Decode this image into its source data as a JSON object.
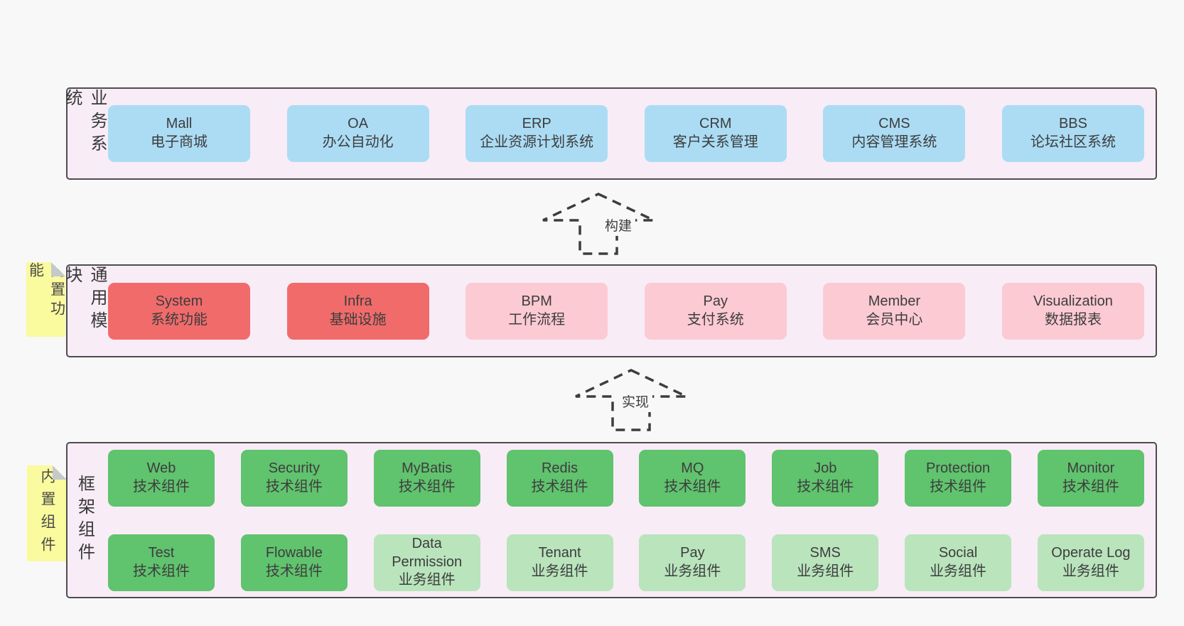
{
  "layers": {
    "business": {
      "label": "业务系统",
      "boxes": [
        {
          "title": "Mall",
          "subtitle": "电子商城",
          "variant": "blue"
        },
        {
          "title": "OA",
          "subtitle": "办公自动化",
          "variant": "blue"
        },
        {
          "title": "ERP",
          "subtitle": "企业资源计划系统",
          "variant": "blue"
        },
        {
          "title": "CRM",
          "subtitle": "客户关系管理",
          "variant": "blue"
        },
        {
          "title": "CMS",
          "subtitle": "内容管理系统",
          "variant": "blue"
        },
        {
          "title": "BBS",
          "subtitle": "论坛社区系统",
          "variant": "blue"
        }
      ]
    },
    "modules": {
      "label": "通用模块",
      "sticky": "内置功能",
      "boxes": [
        {
          "title": "System",
          "subtitle": "系统功能",
          "variant": "red"
        },
        {
          "title": "Infra",
          "subtitle": "基础设施",
          "variant": "red"
        },
        {
          "title": "BPM",
          "subtitle": "工作流程",
          "variant": "pink"
        },
        {
          "title": "Pay",
          "subtitle": "支付系统",
          "variant": "pink"
        },
        {
          "title": "Member",
          "subtitle": "会员中心",
          "variant": "pink"
        },
        {
          "title": "Visualization",
          "subtitle": "数据报表",
          "variant": "pink"
        }
      ]
    },
    "framework": {
      "label": "框架组件",
      "sticky": "内置组件",
      "rows": [
        [
          {
            "title": "Web",
            "subtitle": "技术组件",
            "variant": "green"
          },
          {
            "title": "Security",
            "subtitle": "技术组件",
            "variant": "green"
          },
          {
            "title": "MyBatis",
            "subtitle": "技术组件",
            "variant": "green"
          },
          {
            "title": "Redis",
            "subtitle": "技术组件",
            "variant": "green"
          },
          {
            "title": "MQ",
            "subtitle": "技术组件",
            "variant": "green"
          },
          {
            "title": "Job",
            "subtitle": "技术组件",
            "variant": "green"
          },
          {
            "title": "Protection",
            "subtitle": "技术组件",
            "variant": "green"
          },
          {
            "title": "Monitor",
            "subtitle": "技术组件",
            "variant": "green"
          }
        ],
        [
          {
            "title": "Test",
            "subtitle": "技术组件",
            "variant": "green"
          },
          {
            "title": "Flowable",
            "subtitle": "技术组件",
            "variant": "green"
          },
          {
            "title": "Data Permission",
            "subtitle": "业务组件",
            "variant": "lightgreen"
          },
          {
            "title": "Tenant",
            "subtitle": "业务组件",
            "variant": "lightgreen"
          },
          {
            "title": "Pay",
            "subtitle": "业务组件",
            "variant": "lightgreen"
          },
          {
            "title": "SMS",
            "subtitle": "业务组件",
            "variant": "lightgreen"
          },
          {
            "title": "Social",
            "subtitle": "业务组件",
            "variant": "lightgreen"
          },
          {
            "title": "Operate Log",
            "subtitle": "业务组件",
            "variant": "lightgreen"
          }
        ]
      ]
    }
  },
  "arrows": {
    "build": {
      "label": "构建"
    },
    "implement": {
      "label": "实现"
    }
  },
  "colors": {
    "page_background": "#f8f8f8",
    "panel_background": "#f8ecf6",
    "panel_border": "#4d4d4d",
    "box_blue": "#abdcf4",
    "box_red": "#f16b6b",
    "box_pink": "#fccad3",
    "box_green": "#60c36e",
    "box_lightgreen": "#b9e4bc",
    "sticky_yellow": "#fafa9e",
    "text": "#3d3d3d"
  }
}
